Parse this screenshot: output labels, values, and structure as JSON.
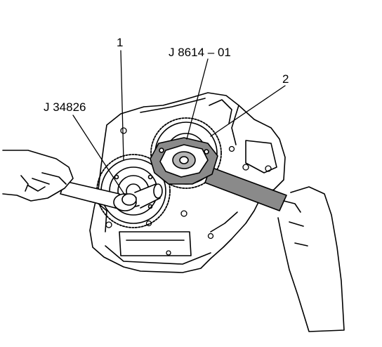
{
  "callouts": {
    "item_1": "1",
    "item_2": "2",
    "tool_j34826": "J 34826",
    "tool_j8614": "J 8614 – 01"
  },
  "colors": {
    "line": "#000000",
    "shade": "#8a8a8a",
    "background": "#ffffff"
  }
}
